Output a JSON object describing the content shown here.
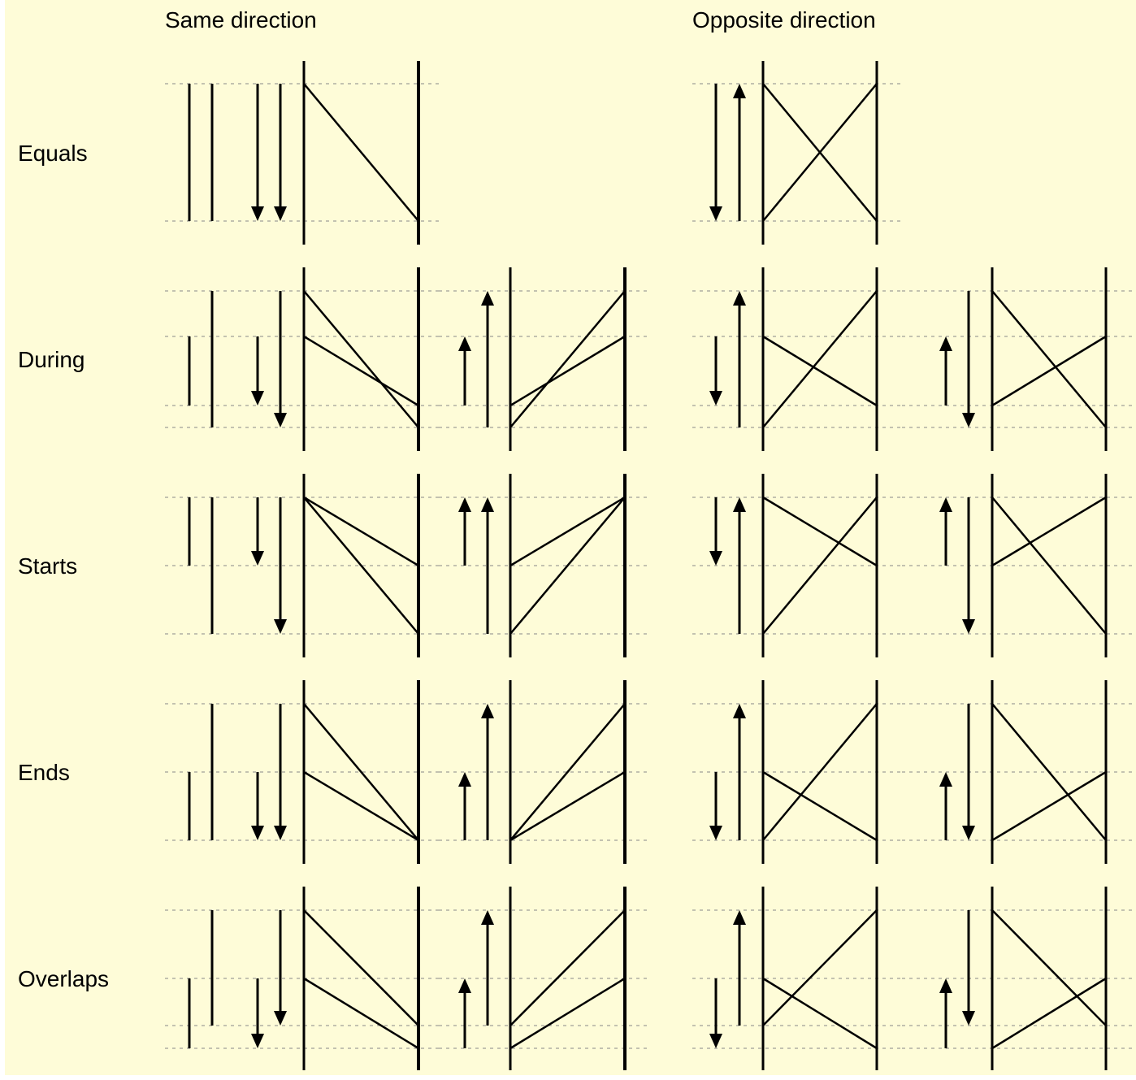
{
  "headers": {
    "same": "Same direction",
    "opposite": "Opposite direction"
  },
  "rows": [
    {
      "label": "Equals"
    },
    {
      "label": "During"
    },
    {
      "label": "Starts"
    },
    {
      "label": "Ends"
    },
    {
      "label": "Overlaps"
    }
  ],
  "colors": {
    "background": "#fefcd8",
    "stroke": "#000000",
    "guide": "#888888"
  }
}
